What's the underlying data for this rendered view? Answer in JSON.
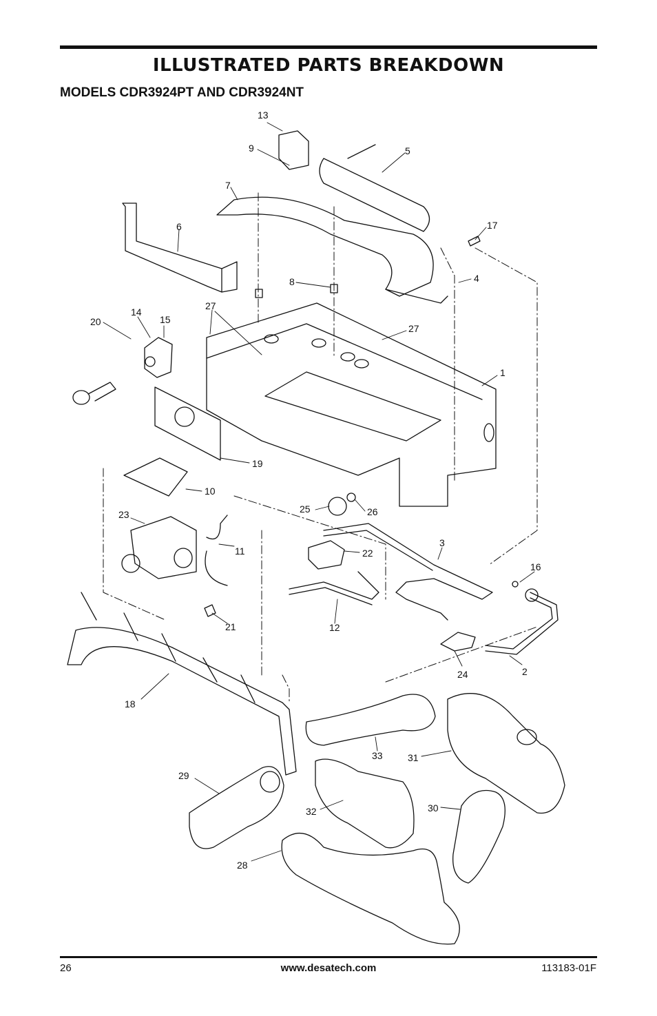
{
  "title": "ILLUSTRATED PARTS BREAKDOWN",
  "subtitle": "MODELS CDR3924PT AND CDR3924NT",
  "callouts": [
    "13",
    "9",
    "5",
    "7",
    "6",
    "17",
    "4",
    "8",
    "27",
    "20",
    "14",
    "15",
    "27",
    "1",
    "19",
    "10",
    "23",
    "25",
    "26",
    "11",
    "22",
    "3",
    "16",
    "12",
    "21",
    "24",
    "2",
    "18",
    "33",
    "31",
    "29",
    "32",
    "30",
    "28"
  ],
  "footer": {
    "page_number": "26",
    "website": "www.desatech.com",
    "doc_number": "113183-01F"
  }
}
